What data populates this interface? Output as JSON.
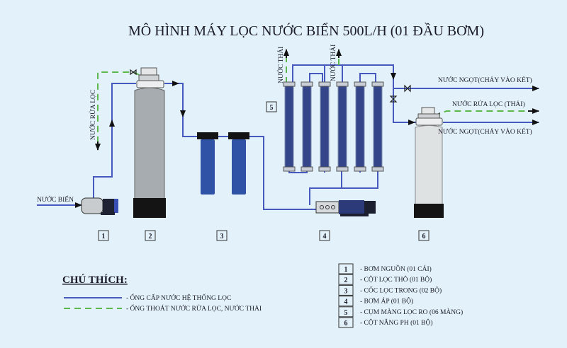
{
  "title": "MÔ HÌNH MÁY LỌC NƯỚC BIỂN 500L/H (01 ĐẦU BƠM)",
  "labels": {
    "seawater_in": "NƯỚC BIỂN",
    "backwash": "NƯỚC RỬA LỌC",
    "waste_1": "NƯỚC THẢI",
    "waste_2": "NƯỚC THẢI",
    "fresh_out_1": "NƯỚC NGỌT(CHẢY VÀO KÉT)",
    "backwash_waste": "NƯỚC RỬA LỌC (THẢI)",
    "fresh_out_2": "NƯỚC NGỌT(CHẢY VÀO KÉT)"
  },
  "component_numbers": [
    "1",
    "2",
    "3",
    "4",
    "5",
    "6"
  ],
  "legend": {
    "heading": "CHÚ THÍCH:",
    "supply_line": "- ỐNG CẤP NƯỚC HỆ THỐNG LỌC",
    "drain_line": "- ỐNG THOÁT NƯỚC RỬA LỌC, NƯỚC THẢI"
  },
  "components": [
    {
      "num": "1",
      "label": "- BƠM NGUỒN (01 CÁI)"
    },
    {
      "num": "2",
      "label": "- CỘT LỌC THÔ (01 BỘ)"
    },
    {
      "num": "3",
      "label": "- CỐC LỌC TRONG (02 BỘ)"
    },
    {
      "num": "4",
      "label": "- BƠM ÁP (01 BỘ)"
    },
    {
      "num": "5",
      "label": "- CỤM MÀNG LỌC RO (06 MÀNG)"
    },
    {
      "num": "6",
      "label": "- CỘT NÂNG PH (01 BỘ)"
    }
  ],
  "colors": {
    "background": "#e3f2fa",
    "supply_pipe": "#4758bf",
    "drain_pipe": "#5cb84c"
  }
}
